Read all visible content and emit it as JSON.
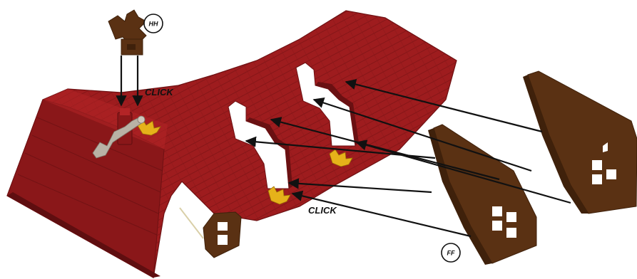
{
  "labels": {
    "click_top": "CLICK",
    "click_bottom": "CLICK",
    "part_hh": "HH",
    "part_ff": "FF"
  },
  "colors": {
    "roof_red": "#9e1c1e",
    "roof_dark": "#7c1416",
    "roof_light": "#b32426",
    "gable_brown": "#5a3113",
    "gable_dark": "#3f210b",
    "gear_yellow": "#e6b21a",
    "grey_part": "#b9b2a6",
    "arrow": "#111111"
  },
  "icons": [
    "chimney-icon",
    "dormer-gable-icon",
    "gear-clip-icon",
    "crank-handle-icon"
  ]
}
